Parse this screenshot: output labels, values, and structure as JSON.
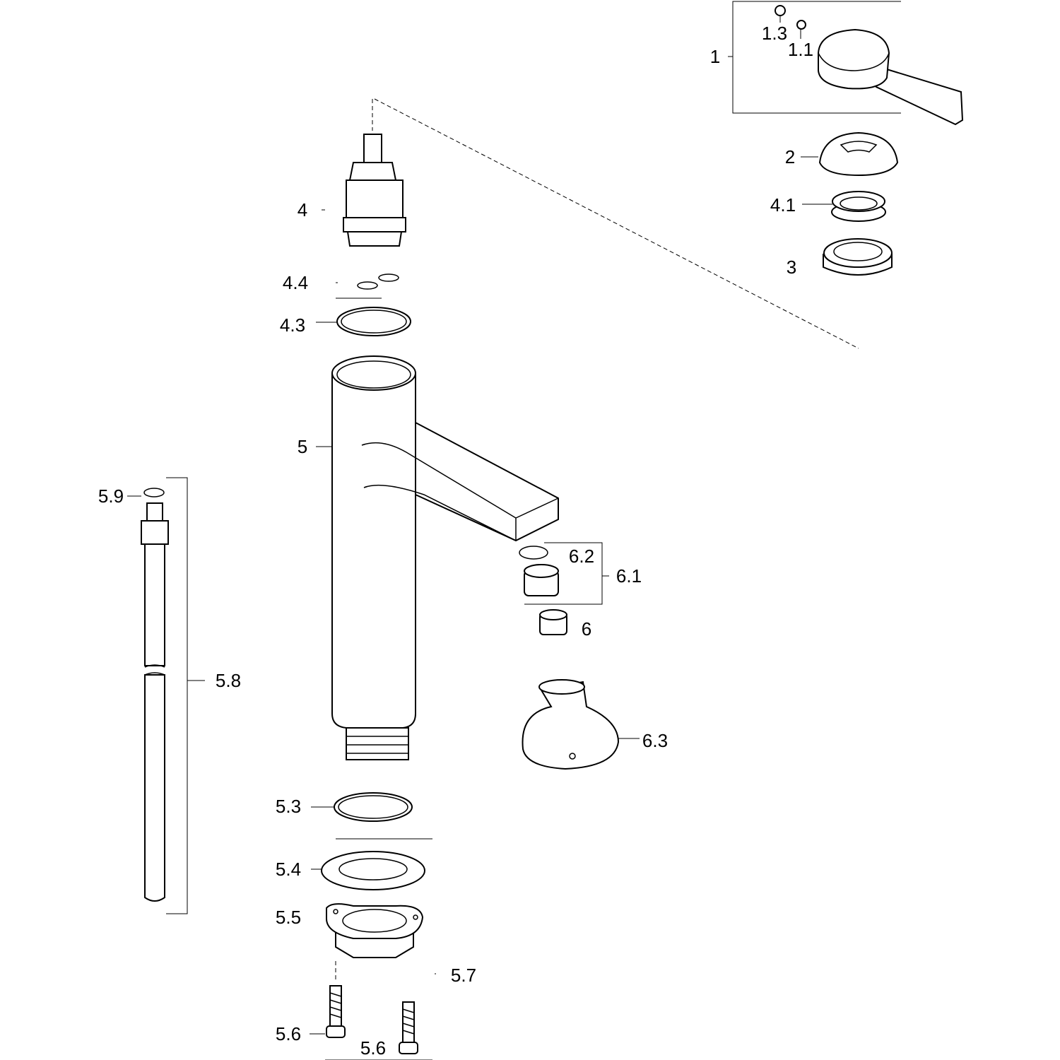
{
  "diagram": {
    "type": "exploded parts diagram",
    "labels": {
      "p1": "1",
      "p1_3": "1.3",
      "p1_1": "1.1",
      "p2": "2",
      "p4_1": "4.1",
      "p3": "3",
      "p4": "4",
      "p4_4": "4.4",
      "p4_3": "4.3",
      "p5": "5",
      "p5_9": "5.9",
      "p5_8": "5.8",
      "p6_2": "6.2",
      "p6_1": "6.1",
      "p6": "6",
      "p6_3": "6.3",
      "p5_3": "5.3",
      "p5_4": "5.4",
      "p5_5": "5.5",
      "p5_7": "5.7",
      "p5_6a": "5.6",
      "p5_6b": "5.6"
    }
  }
}
